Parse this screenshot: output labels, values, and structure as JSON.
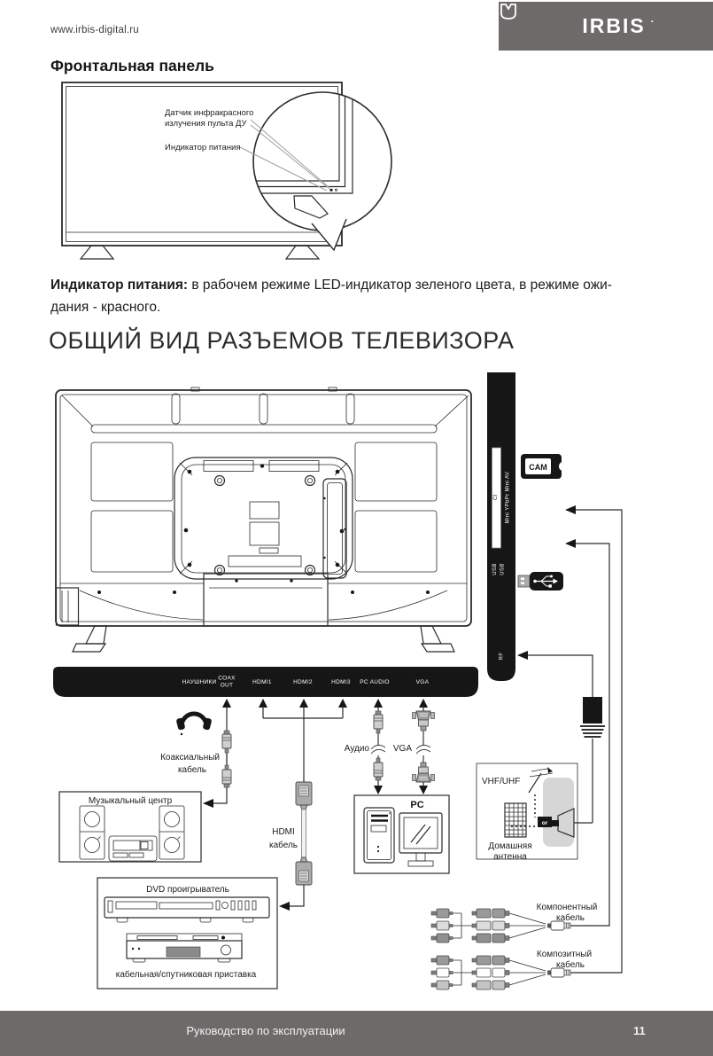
{
  "colors": {
    "band_gray": "#6e6a6a",
    "ink_black": "#161616",
    "line": "#2b2b2b"
  },
  "header": {
    "url": "www.irbis-digital.ru",
    "brand": "IRBIS",
    "brand_suffix": "·"
  },
  "front_panel": {
    "title": "Фронтальная панель",
    "ir_label_1": "Датчик инфракрасного",
    "ir_label_2": "излучения пульта ДУ",
    "power_label": "Индикатор питания"
  },
  "power_note": {
    "lead": "Индикатор питания:",
    "line1": " в рабочем режиме LED-индикатор зеленого цвета, в режиме ожи-",
    "line2": "дания - красного."
  },
  "overview": {
    "title": "ОБЩИЙ ВИД РАЗЪЕМОВ ТЕЛЕВИЗОРА",
    "side_panel": {
      "ci": "CI",
      "mini_av": "Mini YPbPr  Mini AV",
      "usb_a": "USB",
      "usb_b": "USB",
      "rf": "RF",
      "cam": "CAM"
    },
    "ports": {
      "headphones": "НАУШНИКИ",
      "coax_1": "COAX",
      "coax_2": "OUT",
      "hdmi1": "HDMI1",
      "hdmi2": "HDMI2",
      "hdmi3": "HDMI3",
      "pc_audio": "PC AUDIO",
      "vga": "VGA"
    },
    "labels": {
      "coax_cable_1": "Коаксиальный",
      "coax_cable_2": "кабель",
      "music_center": "Музыкальный центр",
      "hdmi_cable_1": "HDMI",
      "hdmi_cable_2": "кабель",
      "audio": "Аудио",
      "vga": "VGA",
      "pc": "PC",
      "vhf_uhf": "VHF/UHF",
      "or": "or",
      "home_antenna_1": "Домашняя",
      "home_antenna_2": "антенна",
      "dvd": "DVD проигрыватель",
      "stb": "кабельная/спутниковая приставка",
      "component_1": "Компонентный",
      "component_2": "кабель",
      "composite_1": "Композитный",
      "composite_2": "кабель"
    }
  },
  "footer": {
    "text": "Руководство по эксплуатации",
    "page": "11"
  }
}
